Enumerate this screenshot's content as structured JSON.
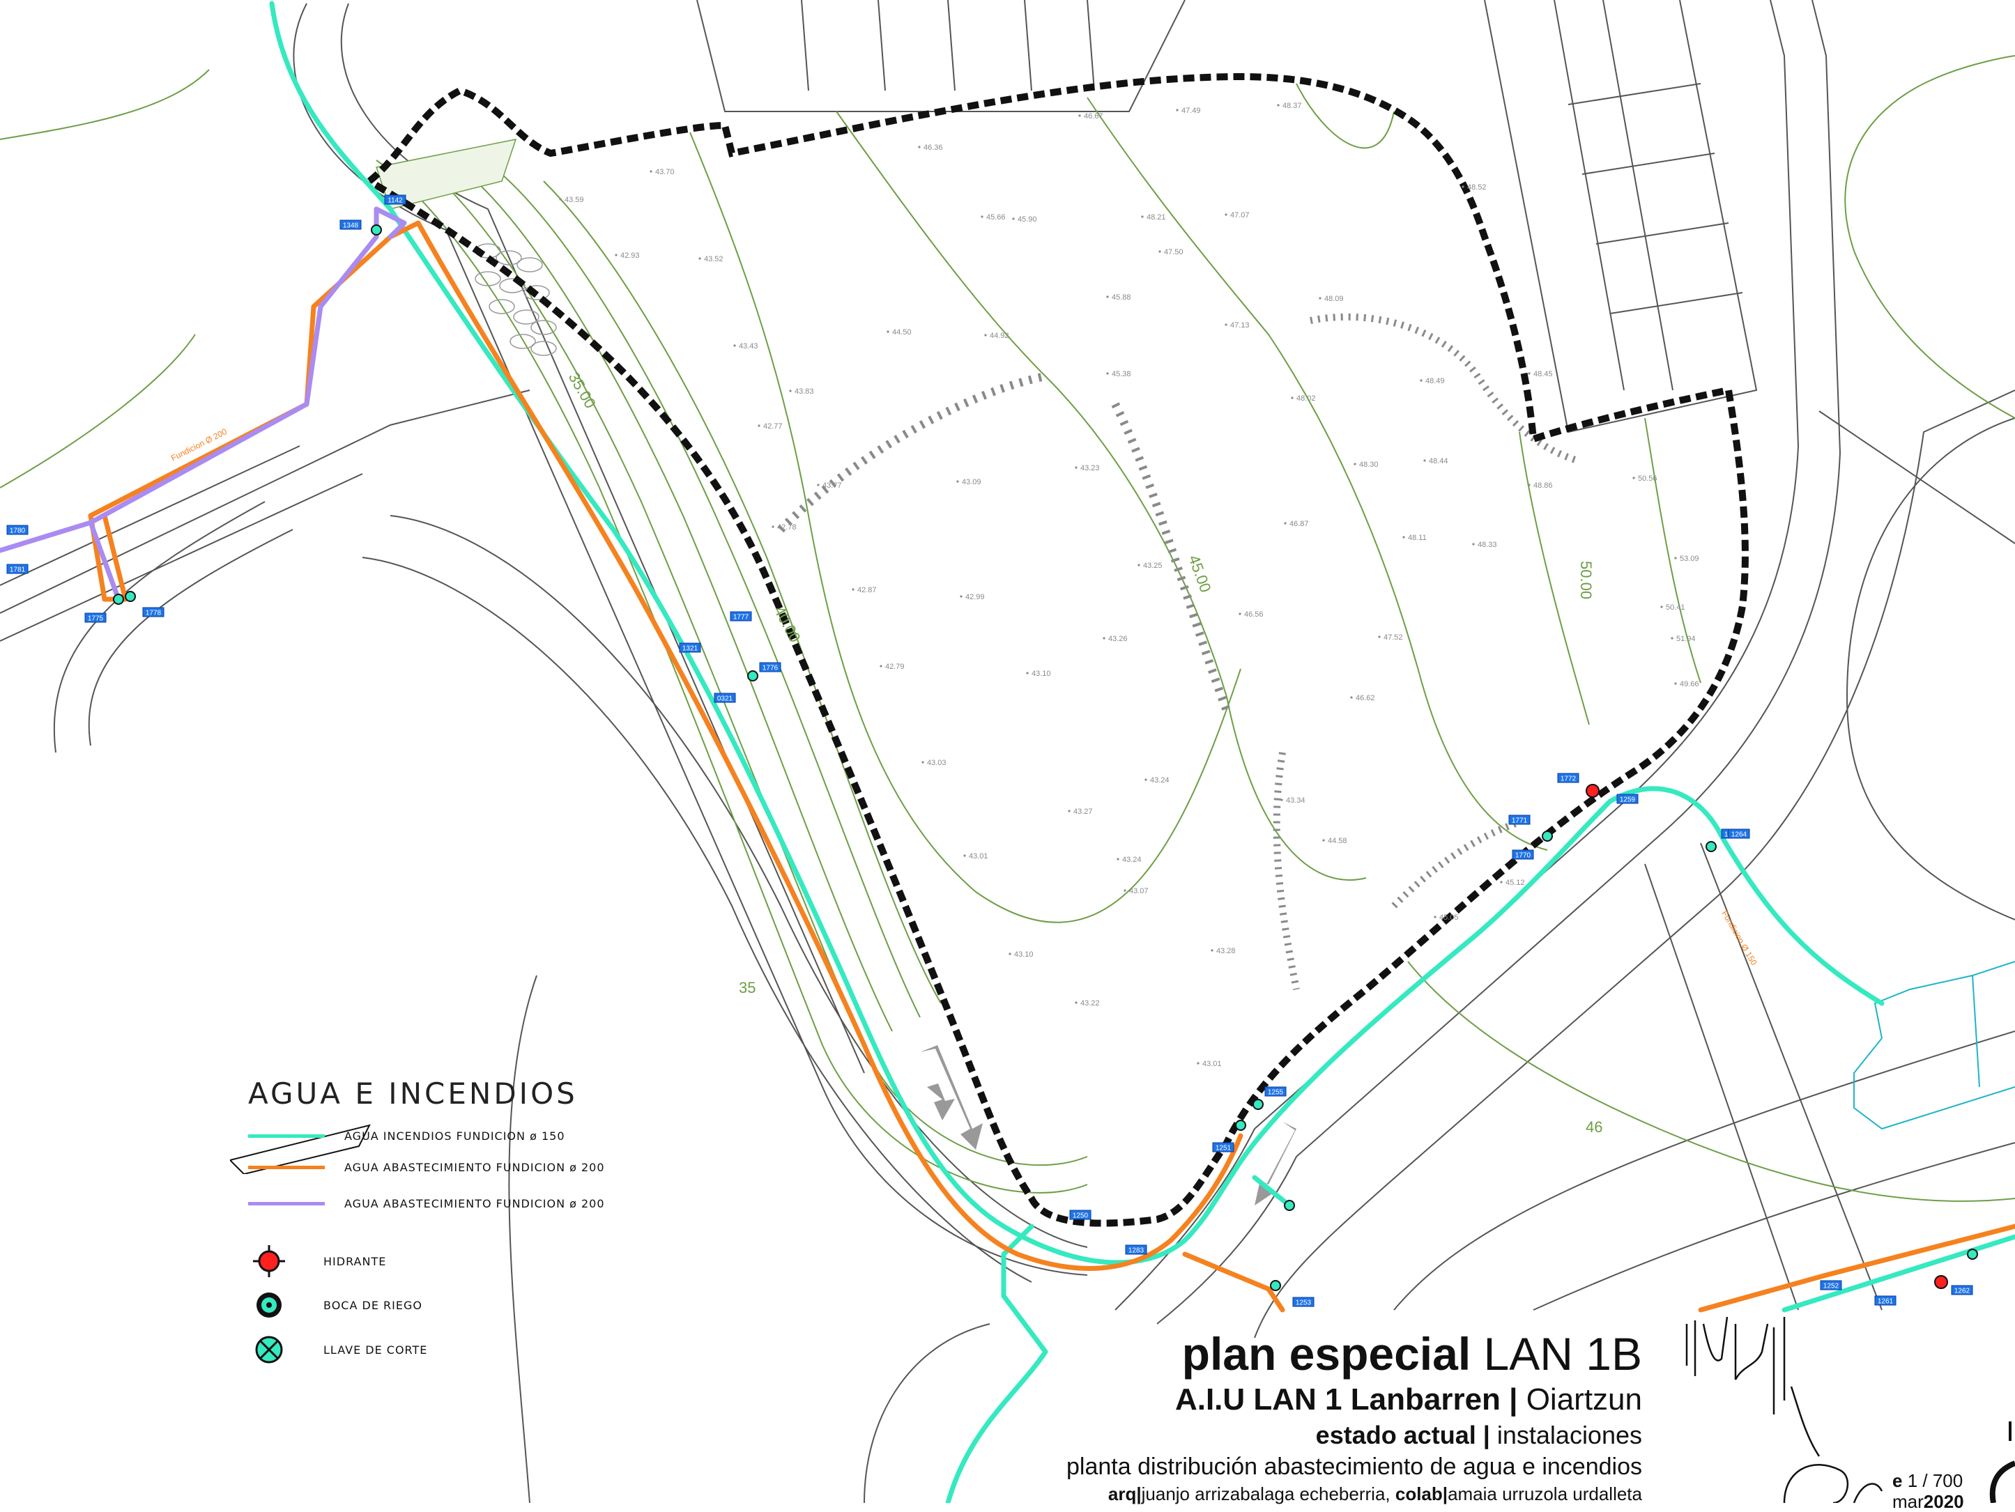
{
  "labels": {
    "contours": [
      "35.00",
      "40.00",
      "45.00",
      "50.00",
      "35",
      "46"
    ],
    "spot_heights": [
      "43.70",
      "43.59",
      "42.93",
      "43.52",
      "43.43",
      "43.83",
      "42.77",
      "42.78",
      "43.77",
      "43.09",
      "43.23",
      "44.50",
      "44.92",
      "45.66",
      "45.90",
      "45.38",
      "45.88",
      "46.36",
      "46.67",
      "47.49",
      "48.37",
      "47.07",
      "48.21",
      "47.13",
      "47.50",
      "48.09",
      "48.49",
      "48.02",
      "48.30",
      "48.44",
      "48.11",
      "48.33",
      "47.52",
      "46.62",
      "42.87",
      "42.99",
      "43.25",
      "43.26",
      "43.10",
      "42.79",
      "43.03",
      "43.24",
      "43.27",
      "43.01",
      "43.24",
      "43.07",
      "43.10",
      "43.22",
      "43.01",
      "43.28",
      "43.34",
      "44.58",
      "45.12",
      "45.05",
      "46.87",
      "46.56",
      "48.86",
      "50.56",
      "53.09",
      "50.41",
      "51.94",
      "49.66",
      "48.52",
      "48.45"
    ],
    "node_ids": [
      "1142",
      "1348",
      "1780",
      "1781",
      "1775",
      "1778",
      "1777",
      "1776",
      "1321",
      "0321",
      "1772",
      "1771",
      "1770",
      "1259",
      "1269",
      "1264",
      "1255",
      "1251",
      "1250",
      "1283",
      "1252",
      "1253",
      "1261",
      "1262"
    ],
    "pipe_notes": [
      "Fundicion Ø 200",
      "Fundicion Ø 150"
    ]
  },
  "legend": {
    "title": "AGUA  E  INCENDIOS",
    "items": [
      {
        "label": "AGUA  INCENDIOS  FUNDICION  ø  150",
        "color": "#35E9C0"
      },
      {
        "label": "AGUA  ABASTECIMIENTO  FUNDICION  ø  200",
        "color": "#F5821F"
      },
      {
        "label": "AGUA  ABASTECIMIENTO  FUNDICION  ø  200",
        "color": "#A98BF2"
      },
      {
        "label": "HIDRANTE",
        "icon": "hydrant-icon",
        "color": "#FF2020"
      },
      {
        "label": "BOCA  DE  RIEGO",
        "icon": "irrigation-outlet-icon",
        "color": "#35E9C0"
      },
      {
        "label": "LLAVE  DE  CORTE",
        "icon": "shutoff-valve-icon",
        "color": "#35E9C0"
      }
    ]
  },
  "title_block": {
    "title_bold": "plan especial",
    "title_light": "LAN 1B",
    "subtitle_bold": "A.I.U LAN 1 Lanbarren",
    "subtitle_sep": "|",
    "subtitle_light": "Oiartzun",
    "state_bold": "estado actual",
    "state_sep": "|",
    "state_light": "instalaciones",
    "description": "planta distribución abastecimiento de agua e incendios",
    "credits_arq_label": "arq",
    "credits_arq_value": "juanjo arrizabalaga echeberria",
    "credits_colab_label": "colab",
    "credits_colab_value": "amaia urruzola urdalleta"
  },
  "scale": {
    "prefix": "e",
    "value": "1 / 700",
    "date_month": "mar",
    "date_year": "2020"
  },
  "colors": {
    "fire_pipe": "#35E9C0",
    "supply_pipe_orange": "#F5821F",
    "supply_pipe_violet": "#A98BF2",
    "contour": "#6E9E45",
    "boundary": "#000000",
    "node_tag": "#1E73E8"
  }
}
